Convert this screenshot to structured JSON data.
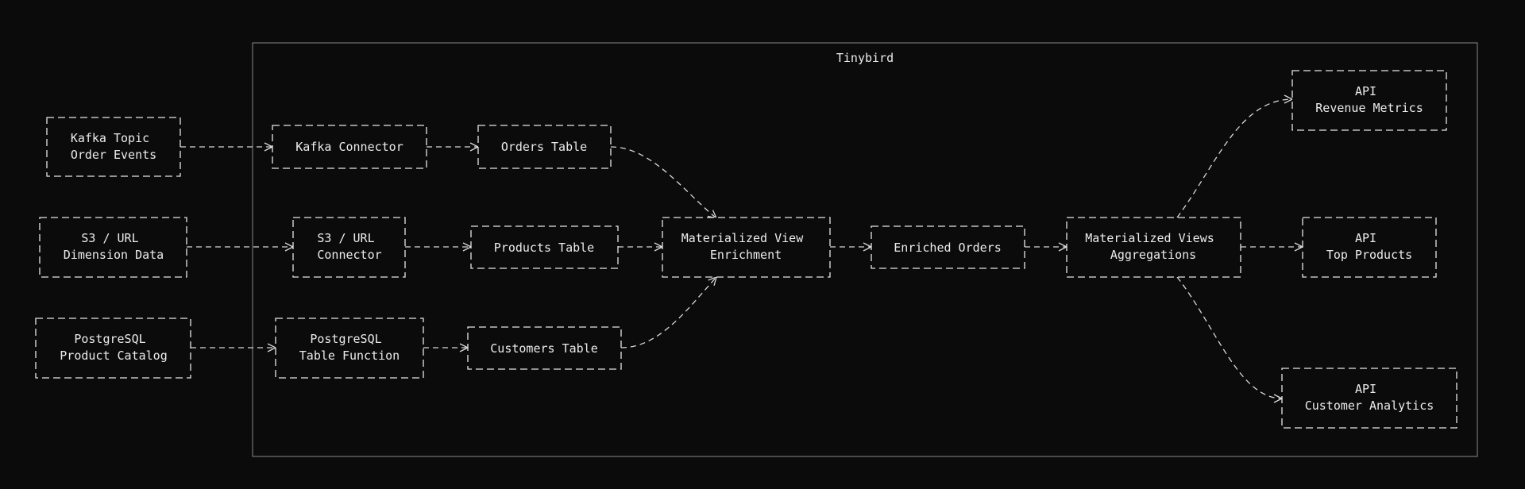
{
  "group": {
    "title": "Tinybird"
  },
  "nodes": {
    "kafka_topic": [
      "Kafka Topic",
      "Order Events"
    ],
    "s3_source": [
      "S3 / URL",
      "Dimension Data"
    ],
    "postgres_source": [
      "PostgreSQL",
      "Product Catalog"
    ],
    "kafka_connector": [
      "Kafka Connector"
    ],
    "s3_connector": [
      "S3 / URL",
      "Connector"
    ],
    "pg_table_function": [
      "PostgreSQL",
      "Table Function"
    ],
    "orders_table": [
      "Orders Table"
    ],
    "products_table": [
      "Products Table"
    ],
    "customers_table": [
      "Customers Table"
    ],
    "mv_enrichment": [
      "Materialized View",
      "Enrichment"
    ],
    "enriched_orders": [
      "Enriched Orders"
    ],
    "mv_aggregations": [
      "Materialized Views",
      "Aggregations"
    ],
    "api_revenue": [
      "API",
      "Revenue Metrics"
    ],
    "api_top_products": [
      "API",
      "Top Products"
    ],
    "api_customer_analytics": [
      "API",
      "Customer Analytics"
    ]
  },
  "edges": [
    [
      "kafka_topic",
      "kafka_connector"
    ],
    [
      "s3_source",
      "s3_connector"
    ],
    [
      "postgres_source",
      "pg_table_function"
    ],
    [
      "kafka_connector",
      "orders_table"
    ],
    [
      "s3_connector",
      "products_table"
    ],
    [
      "pg_table_function",
      "customers_table"
    ],
    [
      "orders_table",
      "mv_enrichment"
    ],
    [
      "products_table",
      "mv_enrichment"
    ],
    [
      "customers_table",
      "mv_enrichment"
    ],
    [
      "mv_enrichment",
      "enriched_orders"
    ],
    [
      "enriched_orders",
      "mv_aggregations"
    ],
    [
      "mv_aggregations",
      "api_revenue"
    ],
    [
      "mv_aggregations",
      "api_top_products"
    ],
    [
      "mv_aggregations",
      "api_customer_analytics"
    ]
  ]
}
